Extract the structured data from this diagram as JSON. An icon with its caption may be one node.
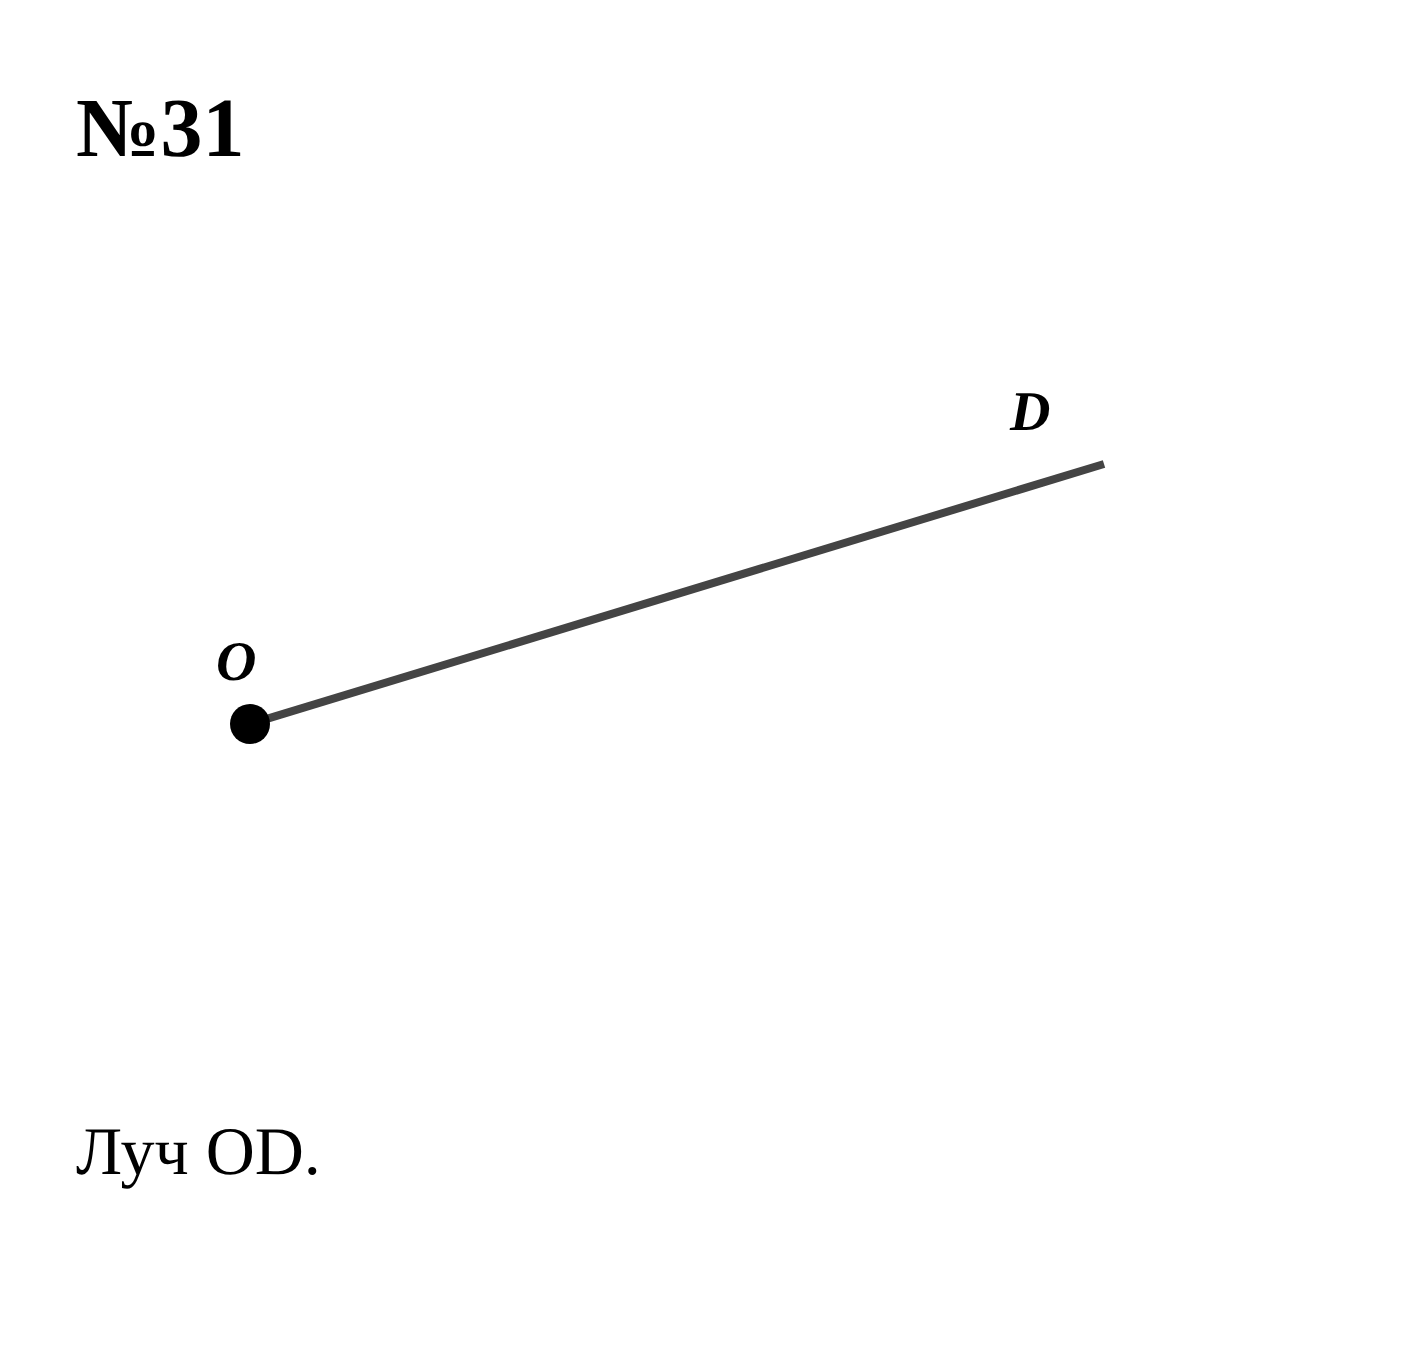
{
  "diagram": {
    "title": "№31",
    "caption": "Луч OD.",
    "labels": [
      "O",
      "D"
    ]
  }
}
